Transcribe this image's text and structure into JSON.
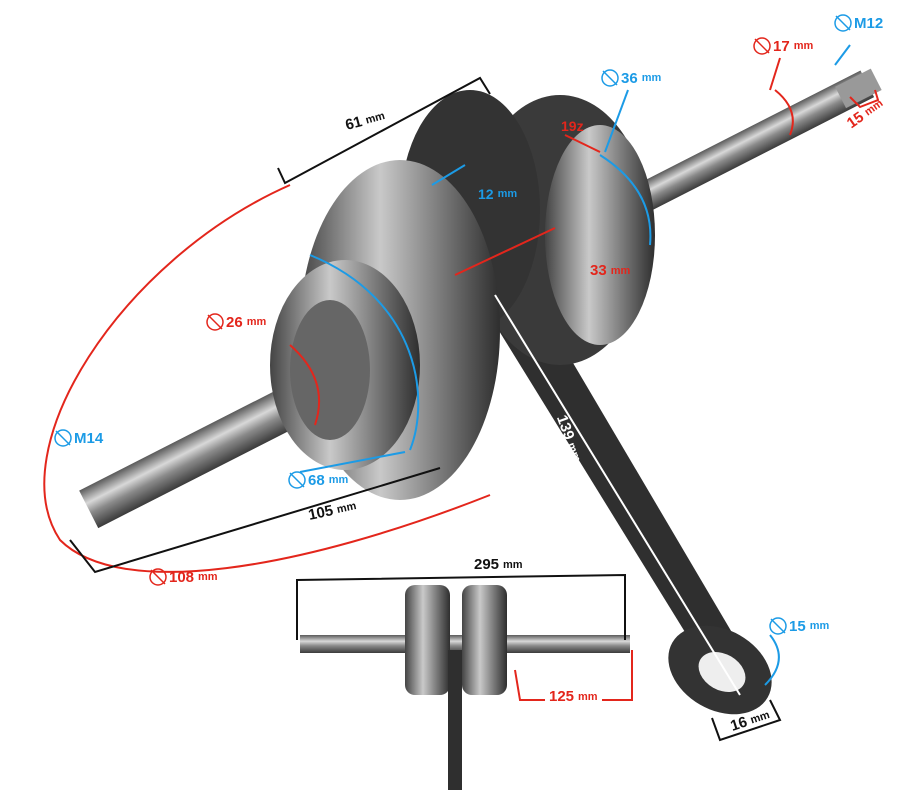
{
  "colors": {
    "red": "#e3261c",
    "blue": "#1c9be6",
    "black": "#111111",
    "white": "#ffffff"
  },
  "dimensions": {
    "width_61": {
      "value": "61",
      "unit": "mm"
    },
    "dia_36": {
      "value": "36",
      "unit": "mm"
    },
    "dia_17": {
      "value": "17",
      "unit": "mm"
    },
    "thread_m12": {
      "value": "M12"
    },
    "len_15": {
      "value": "15",
      "unit": "mm"
    },
    "teeth": {
      "value": "19z"
    },
    "web_12": {
      "value": "12",
      "unit": "mm"
    },
    "gap_33": {
      "value": "33",
      "unit": "mm"
    },
    "dia_26": {
      "value": "26",
      "unit": "mm"
    },
    "thread_m14": {
      "value": "M14"
    },
    "dia_68": {
      "value": "68",
      "unit": "mm"
    },
    "len_105": {
      "value": "105",
      "unit": "mm"
    },
    "rod_139": {
      "value": "139",
      "unit": "mm"
    },
    "dia_108": {
      "value": "108",
      "unit": "mm"
    },
    "total_295": {
      "value": "295",
      "unit": "mm"
    },
    "len_125": {
      "value": "125",
      "unit": "mm"
    },
    "pin_15": {
      "value": "15",
      "unit": "mm"
    },
    "eye_16": {
      "value": "16",
      "unit": "mm"
    }
  }
}
